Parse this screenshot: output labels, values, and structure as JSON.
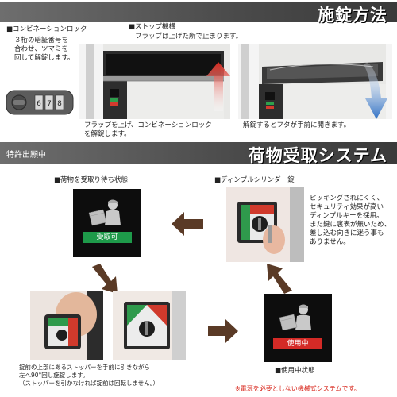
{
  "header": {
    "title": "施錠方法"
  },
  "locking": {
    "combo_label": "■コンビネーションロック",
    "combo_desc": [
      "３桁の暗証番号を",
      "合わせ、ツマミを",
      "回して解錠します。"
    ],
    "stopper_label": "■ストップ機構",
    "stopper_desc": "フラップは上げた所で止まります。",
    "caption_left": [
      "フラップを上げ、コンビネーションロック",
      "を解錠します。"
    ],
    "caption_right": "解錠するとフタが手前に開きます。"
  },
  "receive": {
    "patent": "特許出願中",
    "title": "荷物受取システム",
    "waiting_label": "■荷物を受取り待ち状態",
    "waiting_badge": "受取可",
    "dimple_label": "■ディンプルシリンダー錠",
    "dimple_desc": [
      "ピッキングされにくく、",
      "セキュリティ効果が高い",
      "ディンプルキーを採用。",
      "また鍵に裏表が無いため、",
      "差し込む向きに迷う事も",
      "ありません。"
    ],
    "in_use_badge": "使用中",
    "in_use_label": "■使用中状態",
    "bottom_caption": [
      "錠前の上部にあるストッパーを手前に引きながら",
      "左へ90°回し施錠します。",
      "（ストッパーを引かなければ錠前は回転しません。）"
    ],
    "note": "※電源を必要としない機械式システムです。"
  },
  "colors": {
    "arrow_red": "#d8271c",
    "arrow_blue": "#2e6fc4",
    "arrow_brown": "#5a3a26",
    "badge_green": "#1e9a4a",
    "badge_red": "#d42a26",
    "note_red": "#d8271c"
  }
}
